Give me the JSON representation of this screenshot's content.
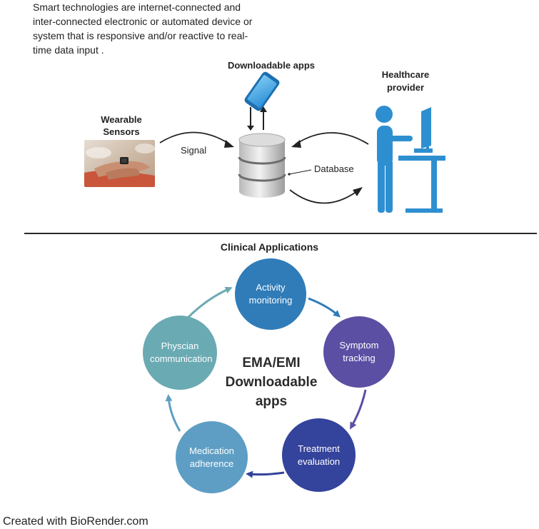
{
  "intro_text": "Smart technologies are  internet-connected and inter-connected electronic or automated device or system that is responsive and/or reactive to real-time data input .",
  "top_diagram": {
    "downloadable_apps_label": "Downloadable apps",
    "wearable_label_line1": "Wearable",
    "wearable_label_line2": "Sensors",
    "signal_label": "Signal",
    "database_label": "Database",
    "provider_label_line1": "Healthcare",
    "provider_label_line2": "provider"
  },
  "clinical": {
    "title": "Clinical Applications",
    "center_line1": "EMA/EMI",
    "center_line2": "Downloadable",
    "center_line3": "apps",
    "nodes": [
      {
        "label": "Activity monitoring",
        "color": "#2f7cb9"
      },
      {
        "label": "Symptom tracking",
        "color": "#5b4fa3"
      },
      {
        "label": "Treatment evaluation",
        "color": "#34439b"
      },
      {
        "label": "Medication adherence",
        "color": "#5e9ec4"
      },
      {
        "label": "Physcian communication",
        "color": "#6aaab3"
      }
    ]
  },
  "footer": "Created with BioRender.com",
  "colors": {
    "provider": "#2e8fd0",
    "arrow_dark": "#222222"
  }
}
